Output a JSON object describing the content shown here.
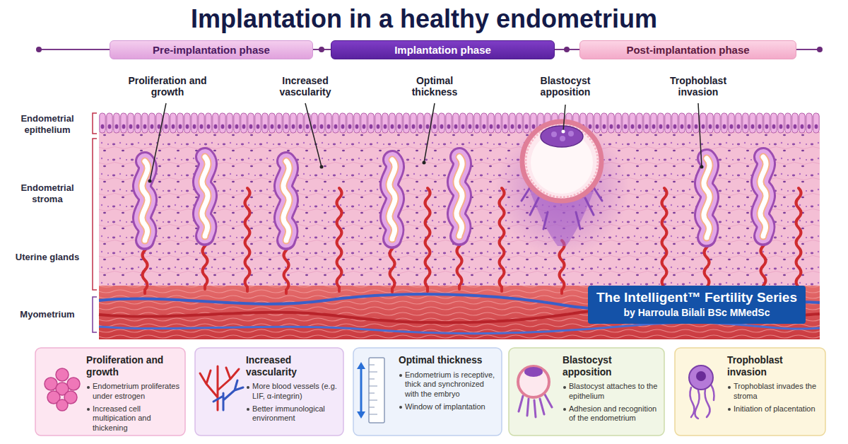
{
  "diagram": {
    "title": "Implantation in a healthy endometrium",
    "nodes": [
      {
        "text": [
          "Pre-implantation phase"
        ]
      },
      {
        "text": [
          "Implantation phase"
        ]
      },
      {
        "text": [
          "Post-implantation phase"
        ]
      },
      {
        "text": [
          "The Intelligent™ Fertility Series",
          "by Harroula Bilali BSc MMedSc"
        ]
      },
      {
        "text": [
          "Proliferation and growth",
          "Endometrium proliferates under estrogen",
          "Increased cell multipication and thickening"
        ]
      },
      {
        "text": [
          "Increased vascularity",
          "More blood vessels (e.g. LIF, α-integrin)",
          "Better immunological environment"
        ]
      },
      {
        "text": [
          "Optimal thickness",
          "Endometrium is receptive, thick and synchronized with the embryo",
          "Window of implantation"
        ]
      },
      {
        "text": [
          "Blastocyst apposition",
          "Blastocyst attaches to the epithelium",
          "Adhesion and recognition of the endometrium"
        ]
      },
      {
        "text": [
          "Trophoblast invasion",
          "Trophoblast invades the stroma",
          "Initiation of placentation"
        ]
      }
    ],
    "labels": [
      "Proliferation and growth",
      "Increased vascularity",
      "Optimal thickness",
      "Blastocyst apposition",
      "Trophoblast invasion",
      "Endometrial epithelium",
      "Endometrial stroma",
      "Uterine glands",
      "Myometrium"
    ]
  }
}
